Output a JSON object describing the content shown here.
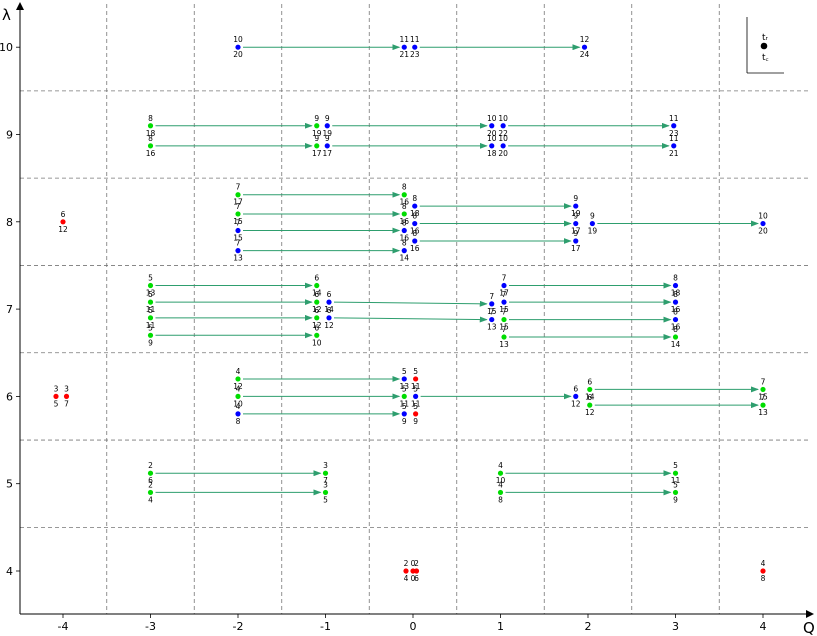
{
  "axes": {
    "x_title": "Q",
    "y_title": "λ",
    "x_ticks": [
      "-4",
      "-3",
      "-2",
      "-1",
      "0",
      "1",
      "2",
      "3",
      "4"
    ],
    "y_ticks": [
      "4",
      "5",
      "6",
      "7",
      "8",
      "9",
      "10"
    ],
    "xlim": [
      -4.5,
      4.5
    ],
    "ylim": [
      3.5,
      10.5
    ]
  },
  "legend": {
    "top": "tᵣ",
    "bottom": "t꜀",
    "marker_color": "#000000"
  },
  "colors": {
    "red": "#ff0000",
    "blue": "#0000ff",
    "green": "#00dd00",
    "arrow": "#2e9e6e",
    "grid": "#777777"
  },
  "points": [
    {
      "id": "a",
      "q": 0.0,
      "lam": 4.0,
      "color": "red",
      "top": "0",
      "bottom": "0"
    },
    {
      "id": "b1",
      "q": -0.08,
      "lam": 4.0,
      "color": "red",
      "top": "2",
      "bottom": "4"
    },
    {
      "id": "b2",
      "q": 0.04,
      "lam": 4.0,
      "color": "red",
      "top": "2",
      "bottom": "6"
    },
    {
      "id": "c",
      "q": 4.0,
      "lam": 4.0,
      "color": "red",
      "top": "4",
      "bottom": "8"
    },
    {
      "id": "d1",
      "q": -3.0,
      "lam": 5.12,
      "color": "green",
      "top": "2",
      "bottom": "6"
    },
    {
      "id": "d2",
      "q": -3.0,
      "lam": 4.9,
      "color": "green",
      "top": "2",
      "bottom": "4"
    },
    {
      "id": "e1",
      "q": -1.0,
      "lam": 5.12,
      "color": "green",
      "top": "3",
      "bottom": "7"
    },
    {
      "id": "e2",
      "q": -1.0,
      "lam": 4.9,
      "color": "green",
      "top": "3",
      "bottom": "5"
    },
    {
      "id": "f1",
      "q": 1.0,
      "lam": 5.12,
      "color": "green",
      "top": "4",
      "bottom": "10"
    },
    {
      "id": "f2",
      "q": 1.0,
      "lam": 4.9,
      "color": "green",
      "top": "4",
      "bottom": "8"
    },
    {
      "id": "g1",
      "q": 3.0,
      "lam": 5.12,
      "color": "green",
      "top": "5",
      "bottom": "11"
    },
    {
      "id": "g2",
      "q": 3.0,
      "lam": 4.9,
      "color": "green",
      "top": "5",
      "bottom": "9"
    },
    {
      "id": "h1",
      "q": -4.08,
      "lam": 6.0,
      "color": "red",
      "top": "3",
      "bottom": "5"
    },
    {
      "id": "h2",
      "q": -3.96,
      "lam": 6.0,
      "color": "red",
      "top": "3",
      "bottom": "7"
    },
    {
      "id": "i1",
      "q": -2.0,
      "lam": 6.2,
      "color": "green",
      "top": "4",
      "bottom": "12"
    },
    {
      "id": "i2",
      "q": -2.0,
      "lam": 6.0,
      "color": "green",
      "top": "4",
      "bottom": "10"
    },
    {
      "id": "i3",
      "q": -2.0,
      "lam": 5.8,
      "color": "blue",
      "top": "4",
      "bottom": "8"
    },
    {
      "id": "j1",
      "q": -0.1,
      "lam": 6.2,
      "color": "blue",
      "top": "5",
      "bottom": "13"
    },
    {
      "id": "j2",
      "q": 0.03,
      "lam": 6.2,
      "color": "red",
      "top": "5",
      "bottom": "11"
    },
    {
      "id": "j3",
      "q": -0.1,
      "lam": 6.0,
      "color": "green",
      "top": "5",
      "bottom": "11"
    },
    {
      "id": "j4",
      "q": 0.03,
      "lam": 6.0,
      "color": "blue",
      "top": "5",
      "bottom": "11"
    },
    {
      "id": "j5",
      "q": -0.1,
      "lam": 5.8,
      "color": "blue",
      "top": "5",
      "bottom": "9"
    },
    {
      "id": "j6",
      "q": 0.03,
      "lam": 5.8,
      "color": "red",
      "top": "5",
      "bottom": "9"
    },
    {
      "id": "k1",
      "q": 1.86,
      "lam": 6.0,
      "color": "blue",
      "top": "6",
      "bottom": "12"
    },
    {
      "id": "k2",
      "q": 2.02,
      "lam": 6.08,
      "color": "green",
      "top": "6",
      "bottom": "14"
    },
    {
      "id": "k3",
      "q": 2.02,
      "lam": 5.9,
      "color": "green",
      "top": "6",
      "bottom": "12"
    },
    {
      "id": "l1",
      "q": 4.0,
      "lam": 6.08,
      "color": "green",
      "top": "7",
      "bottom": "15"
    },
    {
      "id": "l2",
      "q": 4.0,
      "lam": 5.9,
      "color": "green",
      "top": "7",
      "bottom": "13"
    },
    {
      "id": "m1",
      "q": -3.0,
      "lam": 7.27,
      "color": "green",
      "top": "5",
      "bottom": "13"
    },
    {
      "id": "m2",
      "q": -3.0,
      "lam": 7.08,
      "color": "green",
      "top": "5",
      "bottom": "11"
    },
    {
      "id": "m3",
      "q": -3.0,
      "lam": 6.9,
      "color": "green",
      "top": "5",
      "bottom": "11"
    },
    {
      "id": "m4",
      "q": -3.0,
      "lam": 6.7,
      "color": "green",
      "top": "5",
      "bottom": "9"
    },
    {
      "id": "n1",
      "q": -1.1,
      "lam": 7.27,
      "color": "green",
      "top": "6",
      "bottom": "14"
    },
    {
      "id": "n2",
      "q": -1.1,
      "lam": 7.08,
      "color": "green",
      "top": "6",
      "bottom": "12"
    },
    {
      "id": "n3",
      "q": -0.96,
      "lam": 7.08,
      "color": "blue",
      "top": "6",
      "bottom": "14"
    },
    {
      "id": "n4",
      "q": -1.1,
      "lam": 6.9,
      "color": "green",
      "top": "6",
      "bottom": "12"
    },
    {
      "id": "n5",
      "q": -0.96,
      "lam": 6.9,
      "color": "blue",
      "top": "6",
      "bottom": "12"
    },
    {
      "id": "n6",
      "q": -1.1,
      "lam": 6.7,
      "color": "green",
      "top": "6",
      "bottom": "10"
    },
    {
      "id": "o1",
      "q": 1.04,
      "lam": 7.27,
      "color": "blue",
      "top": "7",
      "bottom": "17"
    },
    {
      "id": "o2",
      "q": 0.9,
      "lam": 7.06,
      "color": "blue",
      "top": "7",
      "bottom": "15"
    },
    {
      "id": "o3",
      "q": 1.04,
      "lam": 7.08,
      "color": "blue",
      "top": "7",
      "bottom": "15"
    },
    {
      "id": "o4",
      "q": 0.9,
      "lam": 6.88,
      "color": "blue",
      "top": "7",
      "bottom": "13"
    },
    {
      "id": "o5",
      "q": 1.04,
      "lam": 6.88,
      "color": "green",
      "top": "7",
      "bottom": "15"
    },
    {
      "id": "o6",
      "q": 1.04,
      "lam": 6.68,
      "color": "green",
      "top": "7",
      "bottom": "13"
    },
    {
      "id": "p1",
      "q": 3.0,
      "lam": 7.27,
      "color": "blue",
      "top": "8",
      "bottom": "18"
    },
    {
      "id": "p2",
      "q": 3.0,
      "lam": 7.08,
      "color": "blue",
      "top": "8",
      "bottom": "16"
    },
    {
      "id": "p3",
      "q": 3.0,
      "lam": 6.88,
      "color": "blue",
      "top": "8",
      "bottom": "16"
    },
    {
      "id": "p4",
      "q": 3.0,
      "lam": 6.68,
      "color": "green",
      "top": "8",
      "bottom": "14"
    },
    {
      "id": "q1",
      "q": -4.0,
      "lam": 8.0,
      "color": "red",
      "top": "6",
      "bottom": "12"
    },
    {
      "id": "r1",
      "q": -2.0,
      "lam": 8.31,
      "color": "green",
      "top": "7",
      "bottom": "17"
    },
    {
      "id": "r2",
      "q": -2.0,
      "lam": 8.09,
      "color": "green",
      "top": "7",
      "bottom": "15"
    },
    {
      "id": "r3",
      "q": -2.0,
      "lam": 7.9,
      "color": "blue",
      "top": "7",
      "bottom": "15"
    },
    {
      "id": "r4",
      "q": -2.0,
      "lam": 7.67,
      "color": "blue",
      "top": "7",
      "bottom": "13"
    },
    {
      "id": "s1",
      "q": -0.1,
      "lam": 8.31,
      "color": "green",
      "top": "8",
      "bottom": "16"
    },
    {
      "id": "s2",
      "q": -0.1,
      "lam": 8.09,
      "color": "green",
      "top": "8",
      "bottom": "16"
    },
    {
      "id": "s3",
      "q": 0.02,
      "lam": 8.18,
      "color": "blue",
      "top": "8",
      "bottom": "18"
    },
    {
      "id": "s4",
      "q": -0.1,
      "lam": 7.9,
      "color": "blue",
      "top": "8",
      "bottom": "16"
    },
    {
      "id": "s5",
      "q": 0.02,
      "lam": 7.98,
      "color": "blue",
      "top": "8",
      "bottom": "16"
    },
    {
      "id": "s6",
      "q": -0.1,
      "lam": 7.67,
      "color": "blue",
      "top": "8",
      "bottom": "14"
    },
    {
      "id": "s7",
      "q": 0.02,
      "lam": 7.78,
      "color": "blue",
      "top": "8",
      "bottom": "16"
    },
    {
      "id": "t1",
      "q": 1.86,
      "lam": 8.18,
      "color": "blue",
      "top": "9",
      "bottom": "19"
    },
    {
      "id": "t2",
      "q": 1.86,
      "lam": 7.98,
      "color": "blue",
      "top": "9",
      "bottom": "17"
    },
    {
      "id": "t3",
      "q": 2.05,
      "lam": 7.98,
      "color": "blue",
      "top": "9",
      "bottom": "19"
    },
    {
      "id": "t4",
      "q": 1.86,
      "lam": 7.78,
      "color": "blue",
      "top": "9",
      "bottom": "17"
    },
    {
      "id": "u1",
      "q": 4.0,
      "lam": 7.98,
      "color": "blue",
      "top": "10",
      "bottom": "20"
    },
    {
      "id": "v1",
      "q": -3.0,
      "lam": 9.1,
      "color": "green",
      "top": "8",
      "bottom": "18"
    },
    {
      "id": "v2",
      "q": -3.0,
      "lam": 8.87,
      "color": "green",
      "top": "8",
      "bottom": "16"
    },
    {
      "id": "w1",
      "q": -1.1,
      "lam": 9.1,
      "color": "green",
      "top": "9",
      "bottom": "19"
    },
    {
      "id": "w2",
      "q": -0.98,
      "lam": 9.1,
      "color": "blue",
      "top": "9",
      "bottom": "19"
    },
    {
      "id": "w3",
      "q": -1.1,
      "lam": 8.87,
      "color": "green",
      "top": "9",
      "bottom": "17"
    },
    {
      "id": "w4",
      "q": -0.98,
      "lam": 8.87,
      "color": "blue",
      "top": "9",
      "bottom": "17"
    },
    {
      "id": "x1",
      "q": 0.9,
      "lam": 9.1,
      "color": "blue",
      "top": "10",
      "bottom": "20"
    },
    {
      "id": "x2",
      "q": 1.03,
      "lam": 9.1,
      "color": "blue",
      "top": "10",
      "bottom": "22"
    },
    {
      "id": "x3",
      "q": 0.9,
      "lam": 8.87,
      "color": "blue",
      "top": "10",
      "bottom": "18"
    },
    {
      "id": "x4",
      "q": 1.03,
      "lam": 8.87,
      "color": "blue",
      "top": "10",
      "bottom": "20"
    },
    {
      "id": "y1",
      "q": 2.98,
      "lam": 9.1,
      "color": "blue",
      "top": "11",
      "bottom": "23"
    },
    {
      "id": "y2",
      "q": 2.98,
      "lam": 8.87,
      "color": "blue",
      "top": "11",
      "bottom": "21"
    },
    {
      "id": "z1",
      "q": -2.0,
      "lam": 10.0,
      "color": "blue",
      "top": "10",
      "bottom": "20"
    },
    {
      "id": "z2",
      "q": -0.1,
      "lam": 10.0,
      "color": "blue",
      "top": "11",
      "bottom": "21"
    },
    {
      "id": "z3",
      "q": 0.02,
      "lam": 10.0,
      "color": "blue",
      "top": "11",
      "bottom": "23"
    },
    {
      "id": "z4",
      "q": 1.96,
      "lam": 10.0,
      "color": "blue",
      "top": "12",
      "bottom": "24"
    }
  ],
  "arrows": [
    [
      "d1",
      "e1"
    ],
    [
      "d2",
      "e2"
    ],
    [
      "f1",
      "g1"
    ],
    [
      "f2",
      "g2"
    ],
    [
      "i1",
      "j1"
    ],
    [
      "i2",
      "j3"
    ],
    [
      "i3",
      "j5"
    ],
    [
      "j4",
      "k1"
    ],
    [
      "k2",
      "l1"
    ],
    [
      "k3",
      "l2"
    ],
    [
      "m1",
      "n1"
    ],
    [
      "m2",
      "n2"
    ],
    [
      "m3",
      "n4"
    ],
    [
      "m4",
      "n6"
    ],
    [
      "n3",
      "o2"
    ],
    [
      "n5",
      "o4"
    ],
    [
      "o1",
      "p1"
    ],
    [
      "o3",
      "p2"
    ],
    [
      "o5",
      "p3"
    ],
    [
      "o6",
      "p4"
    ],
    [
      "r1",
      "s1"
    ],
    [
      "r2",
      "s2"
    ],
    [
      "r3",
      "s4"
    ],
    [
      "r4",
      "s6"
    ],
    [
      "s3",
      "t1"
    ],
    [
      "s5",
      "t2"
    ],
    [
      "s7",
      "t4"
    ],
    [
      "t3",
      "u1"
    ],
    [
      "v1",
      "w1"
    ],
    [
      "v2",
      "w3"
    ],
    [
      "w2",
      "x1"
    ],
    [
      "w4",
      "x3"
    ],
    [
      "x2",
      "y1"
    ],
    [
      "x4",
      "y2"
    ],
    [
      "z1",
      "z2"
    ],
    [
      "z3",
      "z4"
    ]
  ]
}
